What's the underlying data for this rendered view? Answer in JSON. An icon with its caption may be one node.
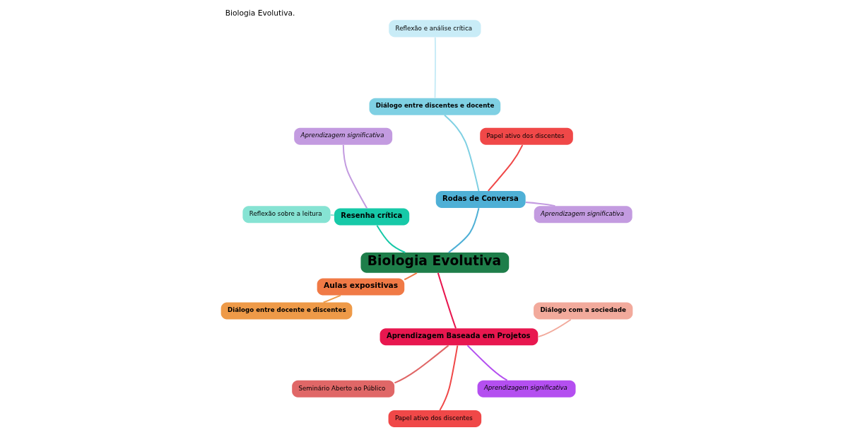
{
  "diagram": {
    "caption": "Biologia Evolutiva.",
    "nodes": [
      {
        "text": [
          "Biologia Evolutiva"
        ]
      },
      {
        "text": [
          "Rodas de Conversa"
        ]
      },
      {
        "text": [
          "Aprendizagem significativa"
        ]
      },
      {
        "text": [
          "Papel ativo dos discentes"
        ]
      },
      {
        "text": [
          "Diálogo entre discentes e docente"
        ]
      },
      {
        "text": [
          "Reflexão e análise crítica"
        ]
      },
      {
        "text": [
          "Resenha crítica"
        ]
      },
      {
        "text": [
          "Aprendizagem significativa"
        ]
      },
      {
        "text": [
          "Reflexão sobre a leitura"
        ]
      },
      {
        "text": [
          "Aulas expositivas"
        ]
      },
      {
        "text": [
          "Diálogo entre docente e discentes"
        ]
      },
      {
        "text": [
          "Aprendizagem Baseada em Projetos"
        ]
      },
      {
        "text": [
          "Seminário Aberto ao Público"
        ]
      },
      {
        "text": [
          "Papel ativo dos discentes"
        ]
      },
      {
        "text": [
          "Aprendizagem significativa"
        ]
      },
      {
        "text": [
          "Diálogo com a sociedade"
        ]
      }
    ],
    "edges": [
      {
        "from": 0,
        "to": 1,
        "arrow": "none",
        "color": "#4fb0d6"
      },
      {
        "from": 1,
        "to": 2,
        "arrow": "none",
        "color": "#c39be0"
      },
      {
        "from": 1,
        "to": 3,
        "arrow": "none",
        "color": "#f04848"
      },
      {
        "from": 1,
        "to": 4,
        "arrow": "none",
        "color": "#7fd0e3"
      },
      {
        "from": 4,
        "to": 5,
        "arrow": "none",
        "color": "#c9ecf7"
      },
      {
        "from": 0,
        "to": 6,
        "arrow": "none",
        "color": "#17c9a8"
      },
      {
        "from": 6,
        "to": 7,
        "arrow": "none",
        "color": "#c39be0"
      },
      {
        "from": 6,
        "to": 8,
        "arrow": "none",
        "color": "#86e3d3"
      },
      {
        "from": 0,
        "to": 9,
        "arrow": "none",
        "color": "#f07a46"
      },
      {
        "from": 9,
        "to": 10,
        "arrow": "none",
        "color": "#ee9a48"
      },
      {
        "from": 0,
        "to": 11,
        "arrow": "none",
        "color": "#e8174f"
      },
      {
        "from": 11,
        "to": 12,
        "arrow": "none",
        "color": "#e06767"
      },
      {
        "from": 11,
        "to": 13,
        "arrow": "none",
        "color": "#f04848"
      },
      {
        "from": 11,
        "to": 14,
        "arrow": "none",
        "color": "#b44ff0"
      },
      {
        "from": 11,
        "to": 15,
        "arrow": "none",
        "color": "#f2aa9c"
      }
    ]
  }
}
